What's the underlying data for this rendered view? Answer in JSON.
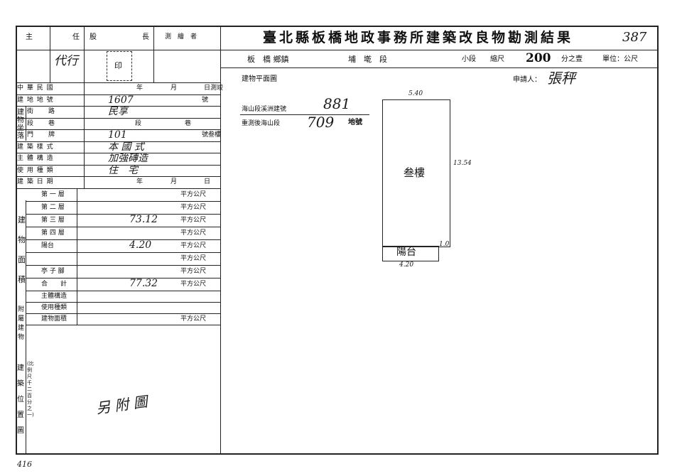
{
  "header": {
    "title": "臺北縣板橋地政事務所建築改良物勘測結果",
    "title_suffix": "表",
    "handwritten_no": "387",
    "row2": {
      "district": "板　橋 鄉鎮",
      "section": "埔　墘　段",
      "subsection": "小段",
      "scale_label": "縮尺",
      "scale_value": "200",
      "scale_suffix": "分之壹",
      "unit": "單位：公尺"
    }
  },
  "left_top": {
    "chief": "主",
    "chief_tail": "任",
    "staff": "股",
    "staff_tail": "長",
    "surveyor": "測　繪　者",
    "stamp_chief": "代行",
    "stamp_staff": "印"
  },
  "fields": {
    "date_row": {
      "label": "中 華 民 國",
      "year": "年",
      "month": "月",
      "day": "日測竣"
    },
    "land_no": {
      "label": "建 地 地 號",
      "value": "1607",
      "suffix": "號"
    },
    "street": {
      "label": "街　　路",
      "value": "民享"
    },
    "lane": {
      "label": "段　　巷",
      "duan": "段",
      "xiang": "巷"
    },
    "door": {
      "label": "門　　牌",
      "value": "101",
      "suffix": "號叁樓"
    },
    "style": {
      "label": "建 築 樣 式",
      "value": "本 國 式"
    },
    "structure": {
      "label": "主 體 構 造",
      "value": "加強磚造"
    },
    "usage": {
      "label": "使 用 種 類",
      "value": "住　宅"
    },
    "build_date": {
      "label": "建 築 日 期",
      "year": "年",
      "month": "月",
      "day": "日"
    },
    "addr_side": "建物坐落",
    "area_side": "建物面積",
    "attach_side": "附屬建物",
    "position_side": "建築位置圖",
    "position_note": "(比例尺千二百分之一)"
  },
  "area_rows": [
    {
      "label": "第 一 層",
      "value": "",
      "unit": "平方公尺"
    },
    {
      "label": "第 二 層",
      "value": "",
      "unit": "平方公尺"
    },
    {
      "label": "第 三 層",
      "value": "73.12",
      "unit": "平方公尺"
    },
    {
      "label": "第 四 層",
      "value": "",
      "unit": "平方公尺"
    },
    {
      "label": "陽台",
      "value": "4.20",
      "unit": "平方公尺"
    },
    {
      "label": "",
      "value": "",
      "unit": "平方公尺"
    },
    {
      "label": "亭 子 腳",
      "value": "",
      "unit": "平方公尺"
    },
    {
      "label": "合　　計",
      "value": "77.32",
      "unit": "平方公尺"
    }
  ],
  "attach_rows": [
    {
      "label": "主體構造",
      "unit": ""
    },
    {
      "label": "使用種類",
      "unit": ""
    },
    {
      "label": "建物面積",
      "unit": "平方公尺"
    }
  ],
  "attached_figure": "另 附 圖",
  "plan": {
    "title": "建物平面圖",
    "applicant_label": "申請人：",
    "applicant": "張秤",
    "building_no_label": "海山段溪洲建號",
    "building_no": "881",
    "land_label": "重測後海山段",
    "land_no": "709",
    "land_suffix": "地號",
    "dim_top": "5.40",
    "dim_right": "13.54",
    "dim_small": "1.0",
    "dim_bottom": "4.20",
    "room_label": "叁樓",
    "balcony_label": "陽台"
  },
  "footer_note": "416"
}
